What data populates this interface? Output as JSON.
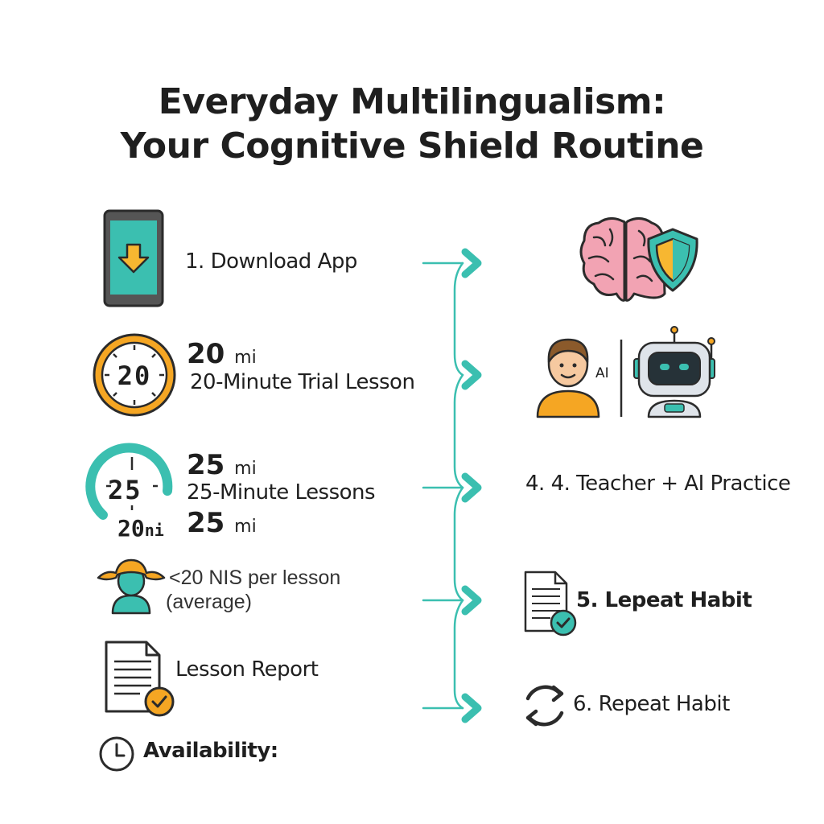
{
  "title": {
    "line1": "Everyday Multilingualism:",
    "line2": "Your Cognitive Shield Routine"
  },
  "left_steps": {
    "download": "1. Download App",
    "trial_big": "20",
    "trial_unit": "mi",
    "trial_label": "20-Minute Trial Lesson",
    "clock1_digits": "20",
    "lessons_big": "25",
    "lessons_unit": "mi",
    "lessons_label": "25-Minute Lessons",
    "lessons_big2": "25",
    "lessons_unit2": "mi",
    "clock2_digits": "25",
    "clock2_sub": "20",
    "clock2_sub_unit": "ni",
    "price_line1": "<20 NIS per lesson",
    "price_line2": "(average)",
    "report": "Lesson Report",
    "availability": "Availability:"
  },
  "right_steps": {
    "ai_tag": "AI",
    "teacher_ai": "4. 4. Teacher + AI Practice",
    "lepeat": "5. Lepeat Habit",
    "repeat": "6. Repeat Habit"
  },
  "colors": {
    "teal": "#3bbfb0",
    "orange": "#f5a623",
    "dark": "#2b2b2b",
    "pink": "#f2a3b3",
    "yellow": "#f7b731"
  }
}
